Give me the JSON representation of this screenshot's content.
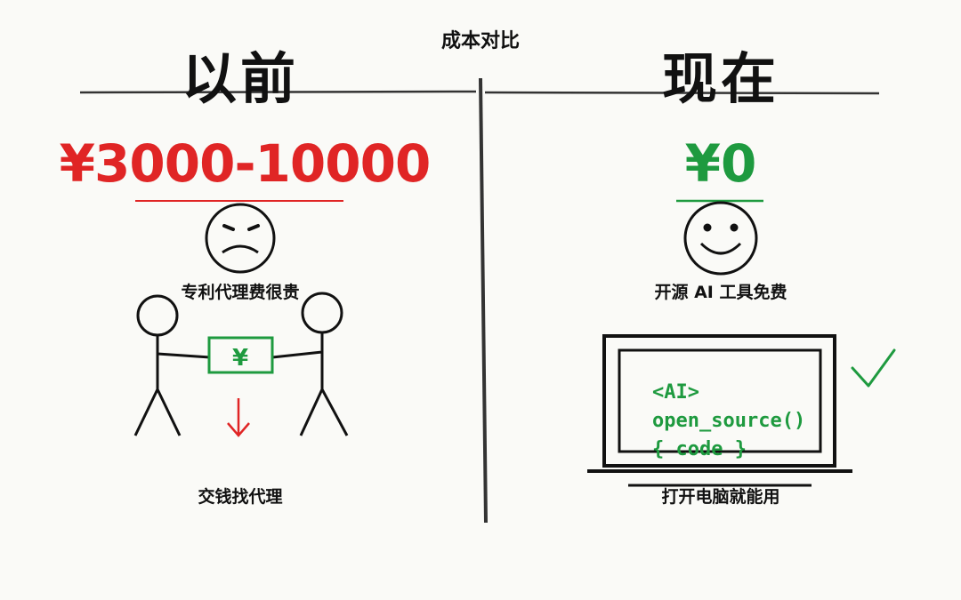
{
  "title": "成本对比",
  "before": {
    "heading": "以前",
    "price": "¥3000-10000",
    "caption_top": "专利代理费很贵",
    "caption_bottom": "交钱找代理",
    "bill_symbol": "¥"
  },
  "now": {
    "heading": "现在",
    "price": "¥0",
    "caption_top": "开源 AI 工具免费",
    "caption_bottom": "打开电脑就能用",
    "code_lines": [
      "<AI>",
      "open_source()",
      "{ code }"
    ]
  },
  "colors": {
    "red": "#e02525",
    "green": "#1e9a3f",
    "ink": "#111111"
  }
}
